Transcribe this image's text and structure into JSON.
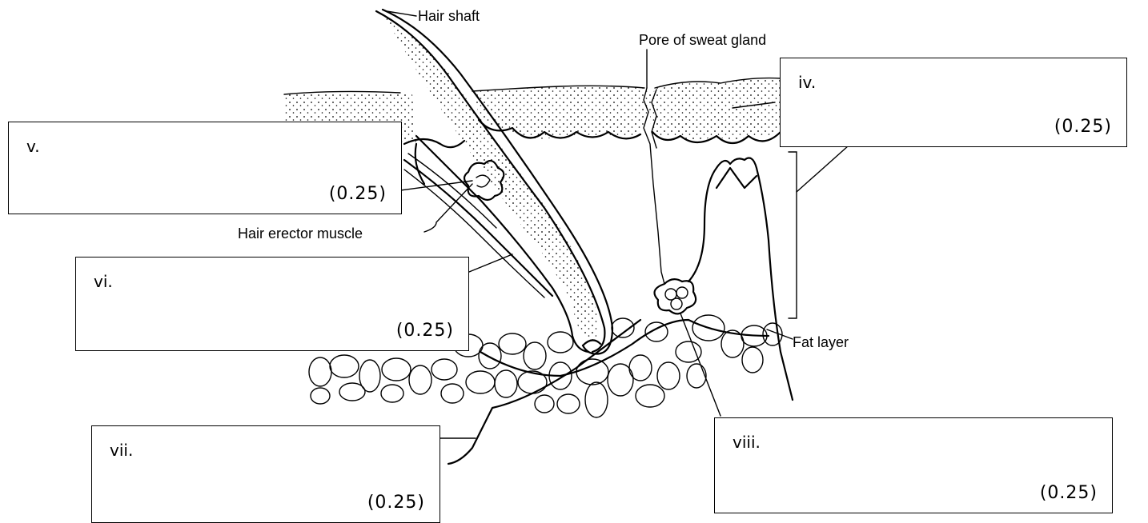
{
  "labels": {
    "hair_shaft": "Hair shaft",
    "pore": "Pore of sweat gland",
    "muscle": "Hair erector muscle",
    "fat": "Fat layer"
  },
  "boxes": {
    "iv": {
      "num": "iv.",
      "pts": "(0.25)"
    },
    "v": {
      "num": "v.",
      "pts": "(0.25)"
    },
    "vi": {
      "num": "vi.",
      "pts": "(0.25)"
    },
    "vii": {
      "num": "vii.",
      "pts": "(0.25)"
    },
    "viii": {
      "num": "viii.",
      "pts": "(0.25)"
    }
  }
}
